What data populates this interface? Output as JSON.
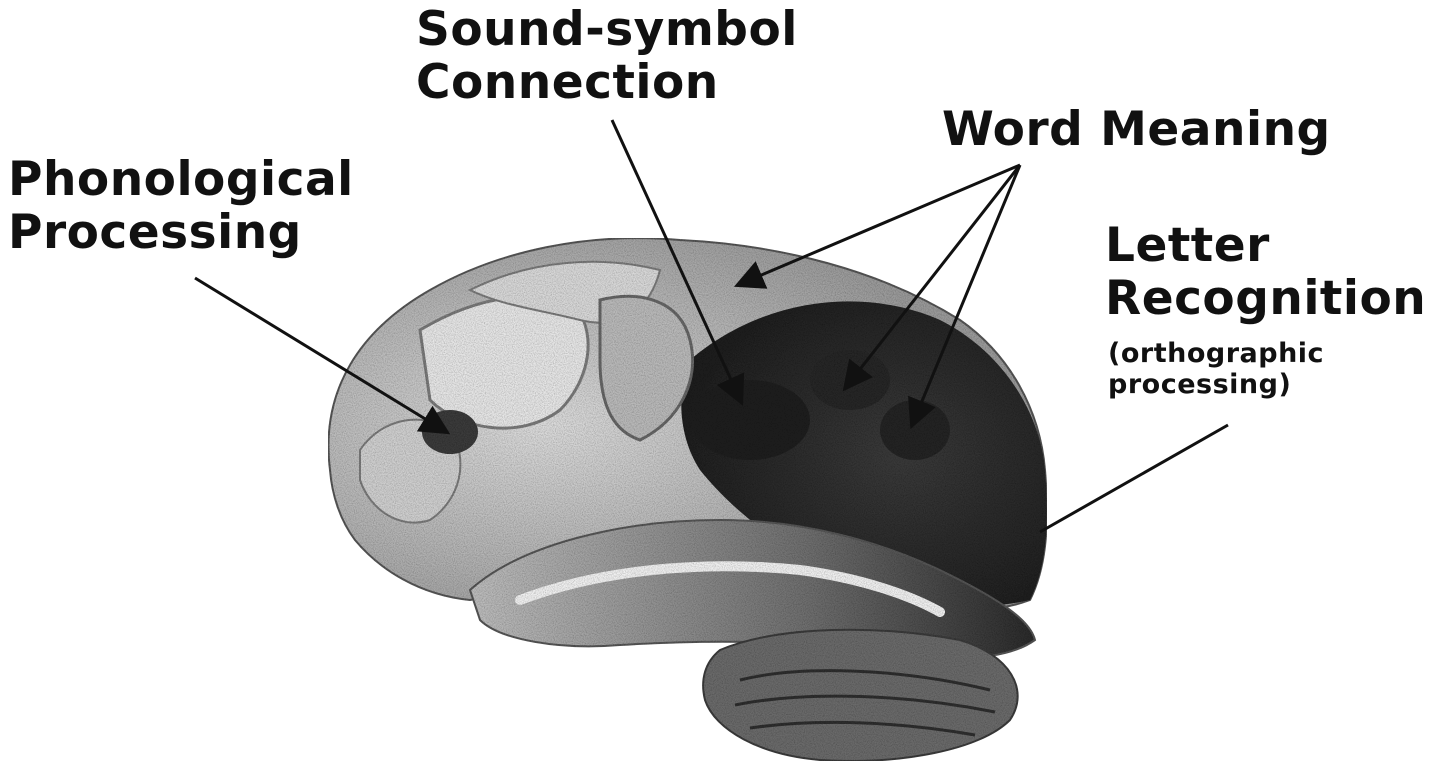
{
  "labels": {
    "sound_symbol": {
      "line1": "Sound-symbol",
      "line2": "Connection"
    },
    "word_meaning": {
      "line1": "Word Meaning"
    },
    "phonological": {
      "line1": "Phonological",
      "line2": "Processing"
    },
    "letter_recognition": {
      "line1": "Letter",
      "line2": "Recognition",
      "sub1": "(orthographic",
      "sub2": "processing)"
    }
  },
  "colors": {
    "background": "#ffffff",
    "text": "#111111",
    "brain_light": "#cfcfcf",
    "brain_mid": "#8a8a8a",
    "brain_dark": "#2e2e2e",
    "arrow": "#111111"
  }
}
